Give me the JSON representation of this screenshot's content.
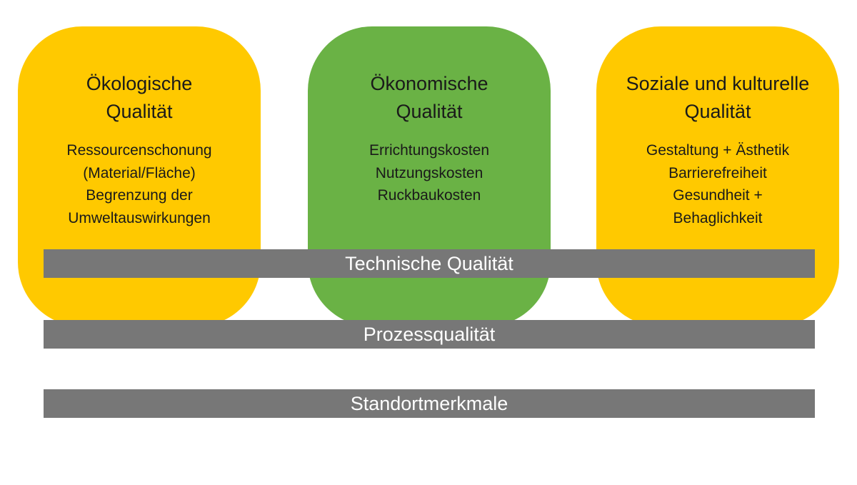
{
  "colors": {
    "yellow": "#FFC900",
    "green": "#6AB245",
    "bar_gray": "#777777",
    "bar_text": "#FFFFFF"
  },
  "pillars": [
    {
      "title_line1": "Ökologische",
      "title_line2": "Qualität",
      "items": [
        "Ressourcenschonung",
        "(Material/Fläche)",
        "Begrenzung der",
        "Umweltauswirkungen"
      ]
    },
    {
      "title_line1": "Ökonomische",
      "title_line2": "Qualität",
      "items": [
        "Errichtungskosten",
        "Nutzungskosten",
        "Ruckbaukosten"
      ]
    },
    {
      "title_line1": "Soziale und kulturelle",
      "title_line2": "Qualität",
      "items": [
        "Gestaltung + Ästhetik",
        "Barrierefreiheit",
        "Gesundheit +",
        "Behaglichkeit"
      ]
    }
  ],
  "bars": {
    "technical": "Technische Qualität",
    "process": "Prozessqualität",
    "location": "Standortmerkmale"
  }
}
